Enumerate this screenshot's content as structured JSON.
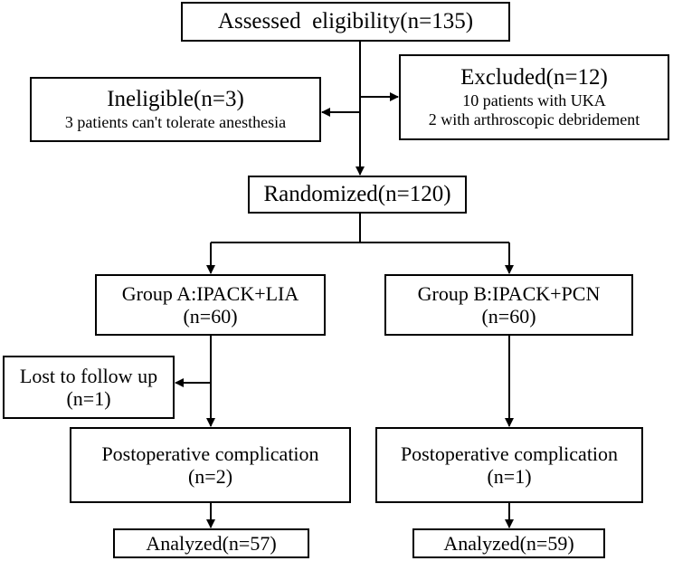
{
  "flowchart": {
    "assessed": "Assessed  eligibility(n=135)",
    "ineligible": {
      "title": "Ineligible(n=3)",
      "detail": "3 patients can't tolerate anesthesia"
    },
    "excluded": {
      "title": "Excluded(n=12)",
      "line1": "10 patients with UKA",
      "line2": "2 with arthroscopic debridement"
    },
    "randomized": "Randomized(n=120)",
    "group_a": {
      "title": "Group A:IPACK+LIA",
      "count": "(n=60)"
    },
    "group_b": {
      "title": "Group B:IPACK+PCN",
      "count": "(n=60)"
    },
    "lost": {
      "title": "Lost to follow up",
      "count": "(n=1)"
    },
    "comp_a": {
      "title": "Postoperative complication",
      "count": "(n=2)"
    },
    "comp_b": {
      "title": "Postoperative complication",
      "count": "(n=1)"
    },
    "analyzed_a": "Analyzed(n=57)",
    "analyzed_b": "Analyzed(n=59)"
  }
}
